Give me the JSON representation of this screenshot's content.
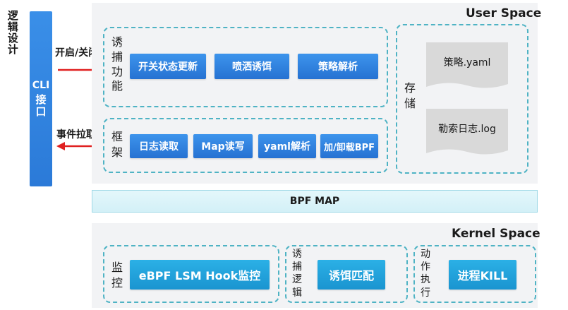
{
  "side": {
    "title": "逻辑设计",
    "cli_en": "CLI",
    "cli_cn": "接口"
  },
  "arrows": {
    "right_label": "开启/关闭",
    "left_label": "事件拉取",
    "color": "#e02020"
  },
  "user_space": {
    "title": "User Space",
    "lure": {
      "label": "诱捕功能",
      "buttons": [
        "开关状态更新",
        "喷洒诱饵",
        "策略解析"
      ]
    },
    "framework": {
      "label": "框架",
      "buttons": [
        "日志读取",
        "Map读写",
        "yaml解析",
        "加/卸载BPF"
      ]
    },
    "storage": {
      "label": "存储",
      "files": [
        "策略.yaml",
        "勒索日志.log"
      ]
    }
  },
  "bpf_map": {
    "label": "BPF MAP"
  },
  "kernel_space": {
    "title": "Kernel Space",
    "monitor": {
      "label": "监控",
      "button": "eBPF LSM Hook监控"
    },
    "lure_logic": {
      "label": "诱捕逻辑",
      "button": "诱饵匹配"
    },
    "action": {
      "label": "动作执行",
      "button": "进程KILL"
    }
  },
  "colors": {
    "accent_blue": "#2b7ad8",
    "teal": "#1a94d0",
    "dash": "#4fb3c4",
    "panel": "#f2f3f5"
  }
}
